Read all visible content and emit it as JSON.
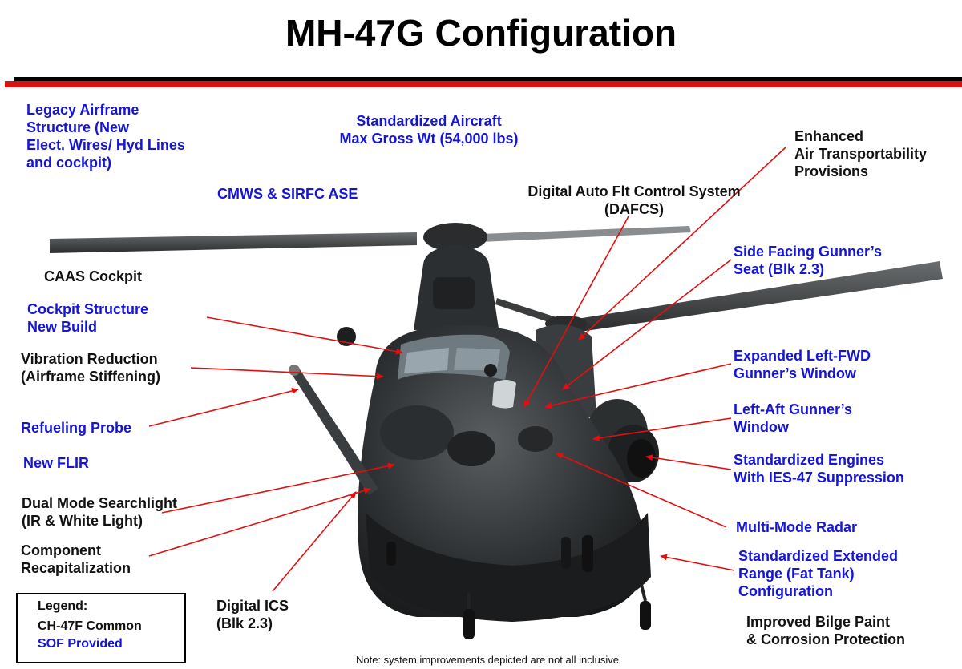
{
  "title": "MH-47G Configuration",
  "labels": {
    "legacy_airframe": "Legacy Airframe\nStructure (New\nElect. Wires/ Hyd Lines\nand cockpit)",
    "standardized_aircraft": "Standardized Aircraft\nMax Gross Wt (54,000 lbs)",
    "enhanced_air": "Enhanced\nAir Transportability\nProvisions",
    "cmws": "CMWS & SIRFC ASE",
    "dafcs": "Digital Auto Flt Control System\n(DAFCS)",
    "side_gunner": "Side Facing Gunner’s\nSeat (Blk 2.3)",
    "caas": "CAAS Cockpit",
    "cockpit_structure": "Cockpit Structure\nNew Build",
    "vibration": "Vibration Reduction\n(Airframe Stiffening)",
    "expanded_window": "Expanded Left-FWD\nGunner’s Window",
    "left_aft_window": "Left-Aft Gunner’s\nWindow",
    "refueling_probe": "Refueling Probe",
    "new_flir": "New FLIR",
    "engines": "Standardized Engines\nWith IES-47 Suppression",
    "searchlight": "Dual Mode Searchlight\n(IR & White Light)",
    "radar": "Multi-Mode Radar",
    "component": "Component\nRecapitalization",
    "fat_tank": "Standardized Extended\nRange (Fat Tank)\nConfiguration",
    "digital_ics": "Digital ICS\n(Blk 2.3)",
    "bilge": "Improved Bilge Paint\n& Corrosion Protection"
  },
  "legend": {
    "heading": "Legend:",
    "common": "CH-47F Common",
    "sof": "SOF Provided"
  },
  "note": "Note: system improvements depicted are not all inclusive",
  "colors": {
    "sof_blue": "#1515d6",
    "common_black": "#111111",
    "arrow_red": "#e01010",
    "header_red": "#d21414"
  }
}
